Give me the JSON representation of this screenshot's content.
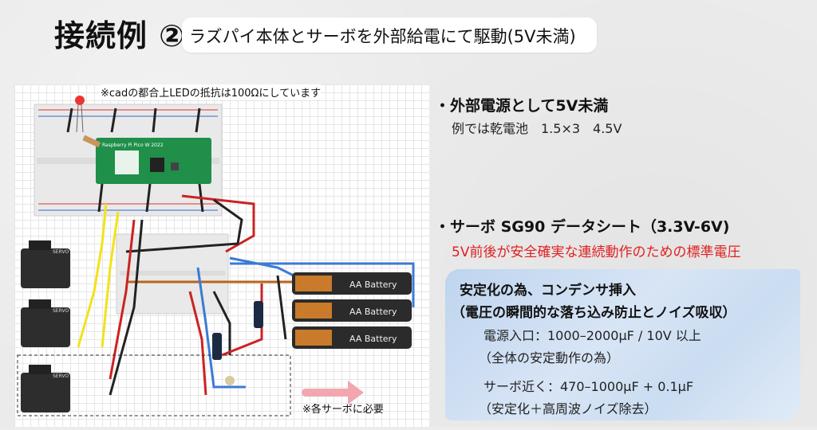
{
  "header": {
    "title": "接続例",
    "number": "②",
    "subtitle": "ラズパイ本体とサーボを外部給電にて駆動(5V未満)"
  },
  "diagram": {
    "note_top": "※cadの都合上LEDの抵抗は100Ωにしています",
    "note_bottom": "※各サーボに必要",
    "board_label": "Raspberry Pi Pico W 2022",
    "servo_label": "SERVO",
    "battery_label": "AA Battery"
  },
  "right": {
    "power_title": "・外部電源として5V未満",
    "power_example": "例では乾電池　1.5×3　4.5V",
    "servo_title": "・サーボ SG90 データシート（3.3V-6V)",
    "servo_note": "5V前後が安全確実な連続動作のための標準電圧",
    "cap_title": "安定化の為、コンデンサ挿入",
    "cap_subtitle": "（電圧の瞬間的な落ち込み防止とノイズ吸収）",
    "cap_line1": "電源入口：1000–2000μF / 10V 以上",
    "cap_line1_note": "（全体の安定動作の為）",
    "cap_line2": "サーボ近く：470–1000μF + 0.1μF",
    "cap_line2_note": "（安定化＋高周波ノイズ除去）"
  },
  "colors": {
    "accent_red": "#e02020",
    "brush_blue": "#c9dcf2",
    "board_green": "#1f8f4a"
  }
}
